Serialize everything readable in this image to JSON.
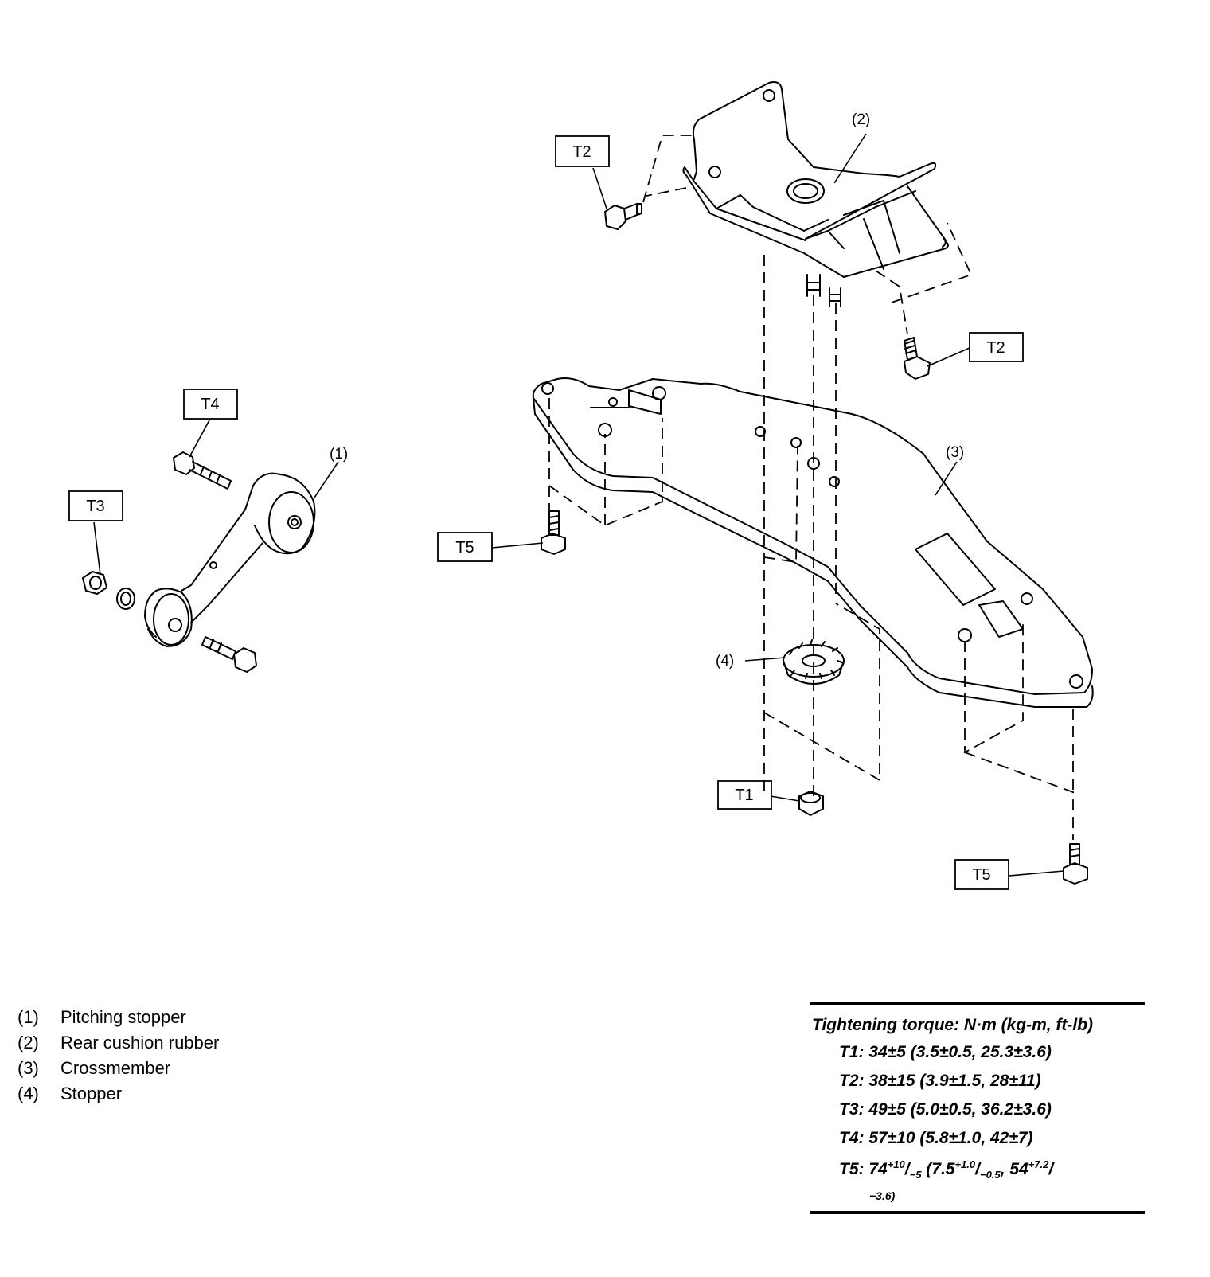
{
  "callouts": {
    "c1": "(1)",
    "c2": "(2)",
    "c3": "(3)",
    "c4": "(4)"
  },
  "tags": {
    "t2_upper": "T2",
    "t2_right": "T2",
    "t4": "T4",
    "t3": "T3",
    "t5_left": "T5",
    "t1": "T1",
    "t5_bottom": "T5"
  },
  "legend": [
    {
      "num": "(1)",
      "label": "Pitching stopper"
    },
    {
      "num": "(2)",
      "label": "Rear cushion rubber"
    },
    {
      "num": "(3)",
      "label": "Crossmember"
    },
    {
      "num": "(4)",
      "label": "Stopper"
    }
  ],
  "torque": {
    "title": "Tightening torque: N·m (kg-m, ft-lb)",
    "t1": "T1: 34±5 (3.5±0.5, 25.3±3.6)",
    "t2": "T2: 38±15 (3.9±1.5, 28±11)",
    "t3": "T3: 49±5 (5.0±0.5, 36.2±3.6)",
    "t4": "T4: 57±10 (5.8±1.0, 42±7)",
    "t5": {
      "prefix": "T5: 74",
      "sup1": "+10",
      "slash1": "/",
      "sub1": "−5",
      "mid": " (7.5",
      "sup2": "+1.0",
      "slash2": "/",
      "sub2": "−0.5",
      "mid2": ", 54",
      "sup3": "+7.2",
      "slash3": "/",
      "tail": "−3.6)"
    }
  }
}
